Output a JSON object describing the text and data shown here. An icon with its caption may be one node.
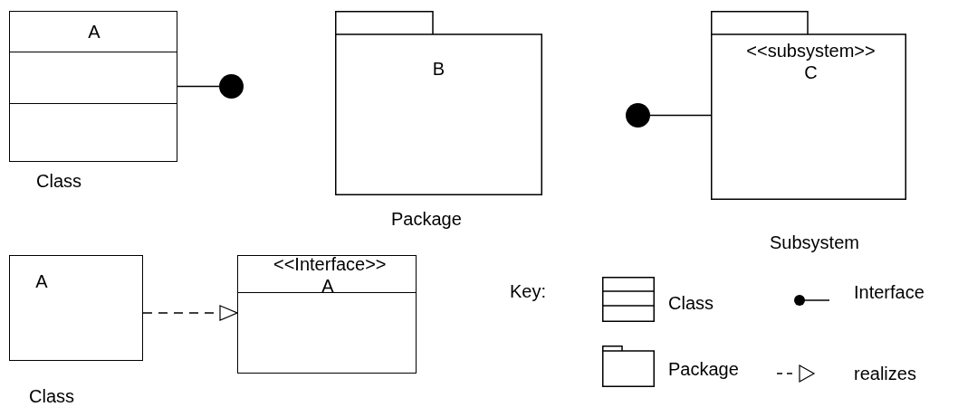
{
  "diagram": {
    "nodes": [
      {
        "text": [
          "A"
        ],
        "beside": [
          "Class"
        ]
      },
      {
        "text": [],
        "shape": "circle"
      },
      {
        "text": [
          "B"
        ],
        "beside": [
          "Package"
        ]
      },
      {
        "text": [],
        "shape": "circle"
      },
      {
        "text": [
          "<<subsystem>> C"
        ],
        "beside": [
          "Subsystem"
        ]
      },
      {
        "text": [
          "A"
        ],
        "beside": [
          "Class"
        ]
      },
      {
        "text": [
          "<<Interface>> A"
        ]
      }
    ],
    "edges": [
      {
        "from": 0,
        "to": 1,
        "arrow": "none"
      },
      {
        "from": 3,
        "to": 4,
        "arrow": "none"
      },
      {
        "from": 5,
        "to": 6,
        "arrow": "to",
        "style": "dashed"
      }
    ],
    "labels": [
      "Key:"
    ],
    "legend": [
      {
        "text": "Class"
      },
      {
        "text": "Interface"
      },
      {
        "text": "Package"
      },
      {
        "text": "realizes"
      }
    ]
  }
}
